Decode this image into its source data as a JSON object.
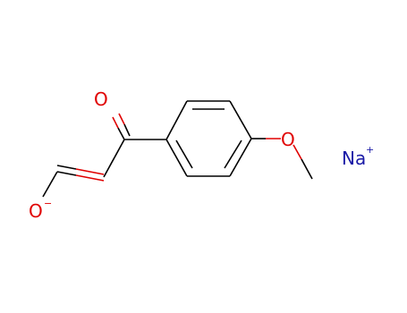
{
  "molecule": {
    "atoms": {
      "carbonyl_oxygen": "O",
      "enolate_oxygen": "O",
      "enolate_charge": "−",
      "ether_oxygen": "O",
      "sodium": "Na",
      "sodium_charge": "+"
    }
  },
  "colors": {
    "bond": "#000000",
    "oxygen": "#e00000",
    "sodium": "#1a1aa6",
    "background": "#ffffff"
  }
}
